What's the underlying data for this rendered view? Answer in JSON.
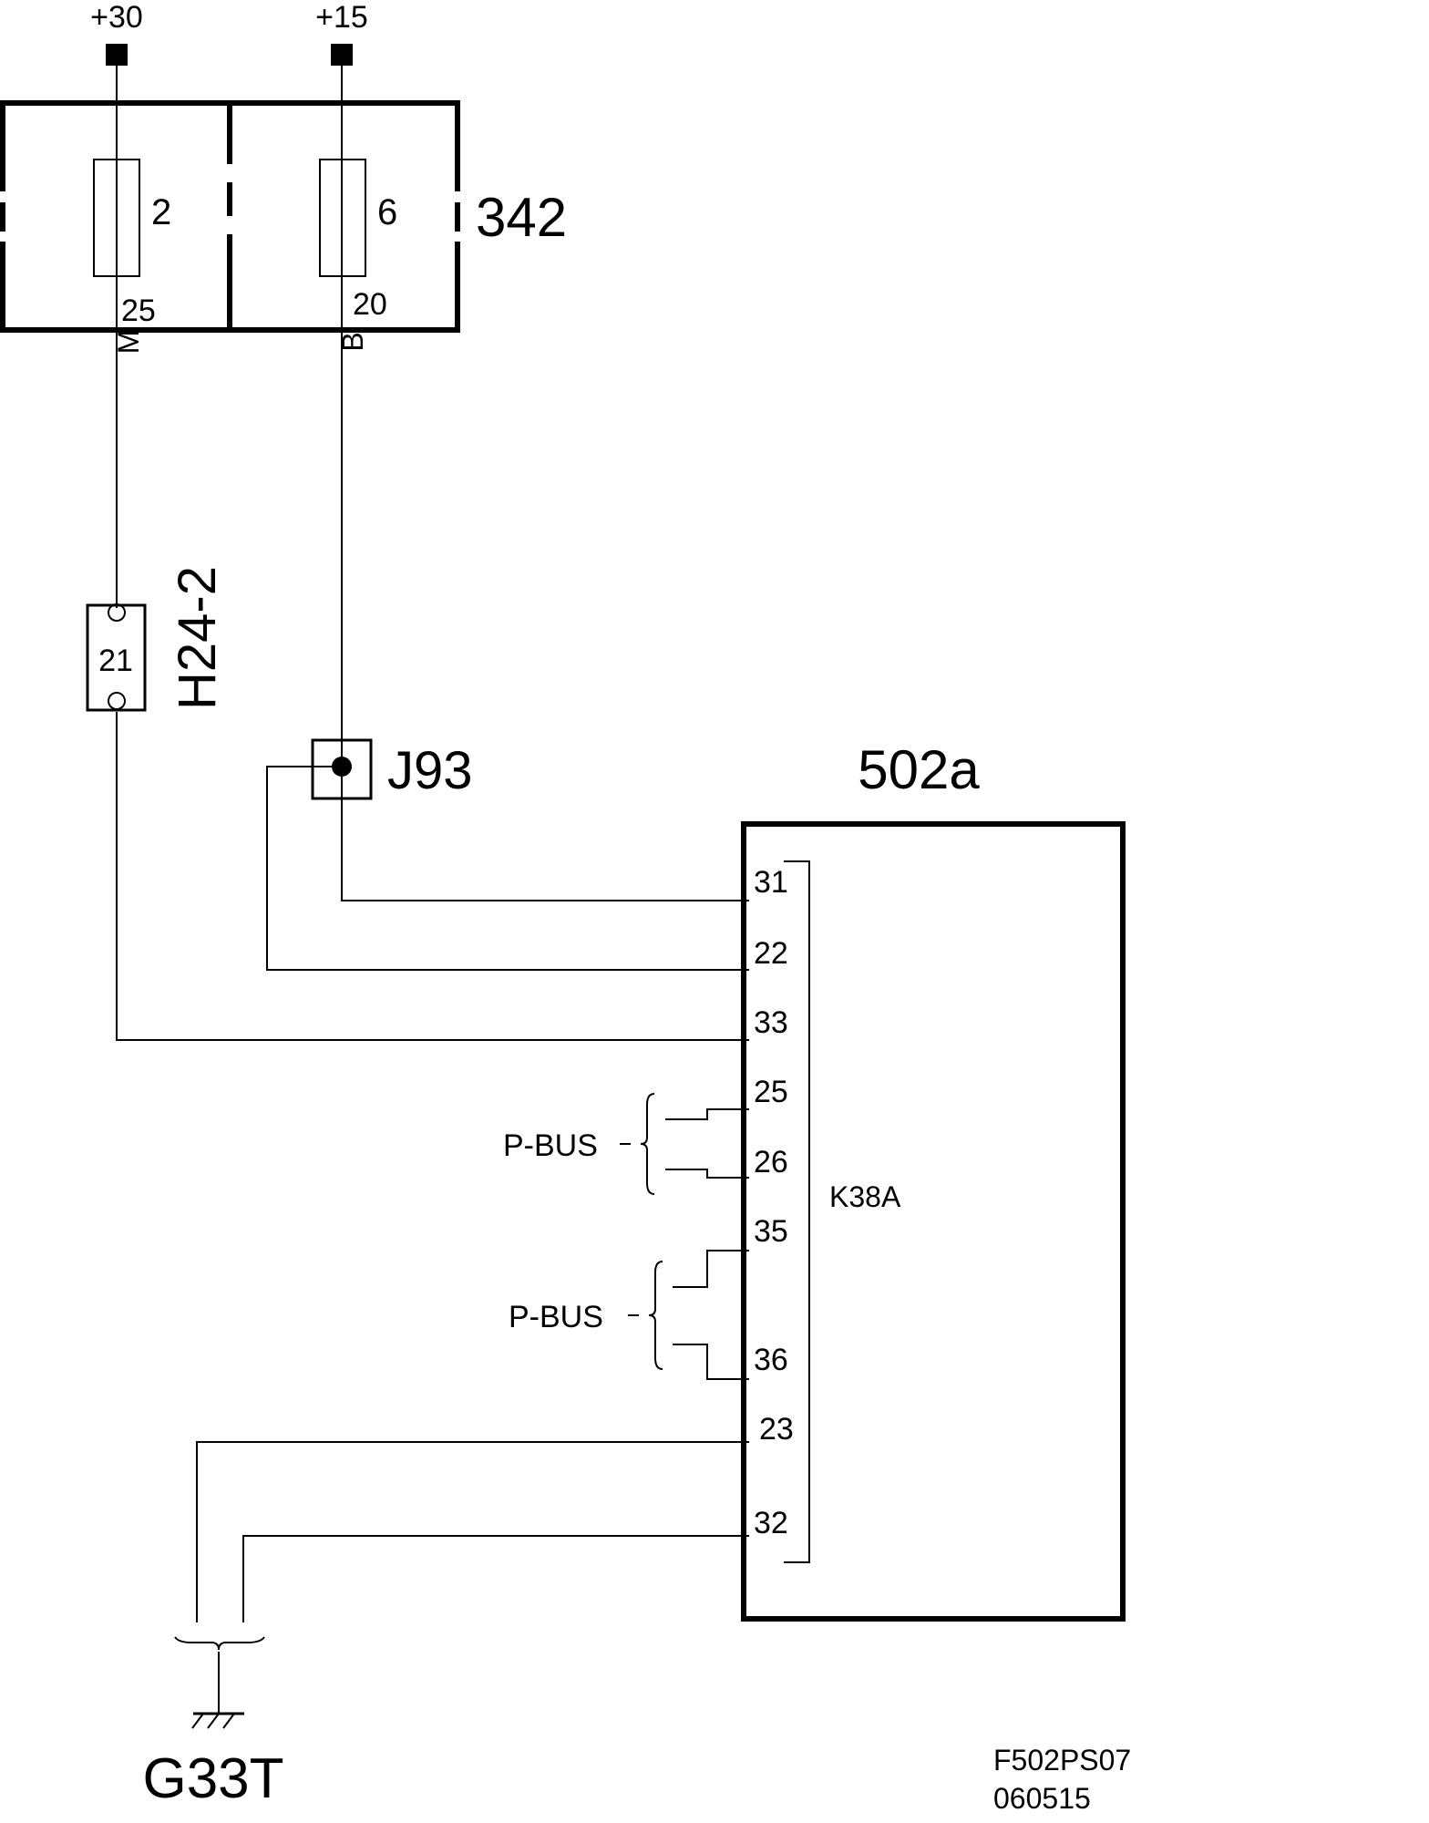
{
  "supplies": {
    "left": "+30",
    "right": "+15"
  },
  "fusebox": {
    "id": "342",
    "fuse_left": {
      "number": "2",
      "pin": "25",
      "wire": "M"
    },
    "fuse_right": {
      "number": "6",
      "pin": "20",
      "wire": "B"
    }
  },
  "connector": {
    "id": "H24-2",
    "pin": "21"
  },
  "splice": {
    "id": "J93"
  },
  "module": {
    "id": "502a",
    "connector": "K38A",
    "pins": [
      "31",
      "22",
      "33",
      "25",
      "26",
      "35",
      "36",
      "23",
      "32"
    ]
  },
  "bus_labels": [
    "P-BUS",
    "P-BUS"
  ],
  "ground": {
    "id": "G33T"
  },
  "footer": {
    "code": "F502PS07",
    "date": "060515"
  }
}
